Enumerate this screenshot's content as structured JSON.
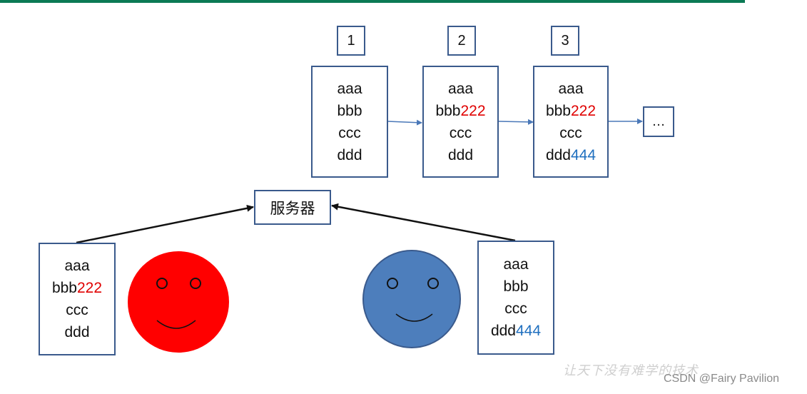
{
  "colors": {
    "topbar": "#0b7a55",
    "border": "#3a5a8c",
    "red_change": "#e00000",
    "blue_change": "#1f6fbf",
    "red_face": "#ff0000",
    "blue_face": "#4d7ebc",
    "arrow_blue": "#4a78b8",
    "arrow_black": "#111111"
  },
  "versions": [
    {
      "number": "1",
      "lines": [
        {
          "base": "aaa",
          "change": ""
        },
        {
          "base": "bbb",
          "change": ""
        },
        {
          "base": "ccc",
          "change": ""
        },
        {
          "base": "ddd",
          "change": ""
        }
      ]
    },
    {
      "number": "2",
      "lines": [
        {
          "base": "aaa",
          "change": ""
        },
        {
          "base": "bbb",
          "change": "222"
        },
        {
          "base": "ccc",
          "change": ""
        },
        {
          "base": "ddd",
          "change": ""
        }
      ]
    },
    {
      "number": "3",
      "lines": [
        {
          "base": "aaa",
          "change": ""
        },
        {
          "base": "bbb",
          "change": "222"
        },
        {
          "base": "ccc",
          "change": ""
        },
        {
          "base": "ddd",
          "change": "444"
        }
      ]
    }
  ],
  "ellipsis": "…",
  "server": "服务器",
  "left_client": {
    "face": "red-smiley",
    "lines": [
      {
        "base": "aaa",
        "change": ""
      },
      {
        "base": "bbb",
        "change": "222"
      },
      {
        "base": "ccc",
        "change": ""
      },
      {
        "base": "ddd",
        "change": ""
      }
    ]
  },
  "right_client": {
    "face": "blue-smiley",
    "lines": [
      {
        "base": "aaa",
        "change": ""
      },
      {
        "base": "bbb",
        "change": ""
      },
      {
        "base": "ccc",
        "change": ""
      },
      {
        "base": "ddd",
        "change": "444"
      }
    ]
  },
  "watermark_cn": "让天下没有难学的技术",
  "watermark": "CSDN @Fairy Pavilion"
}
